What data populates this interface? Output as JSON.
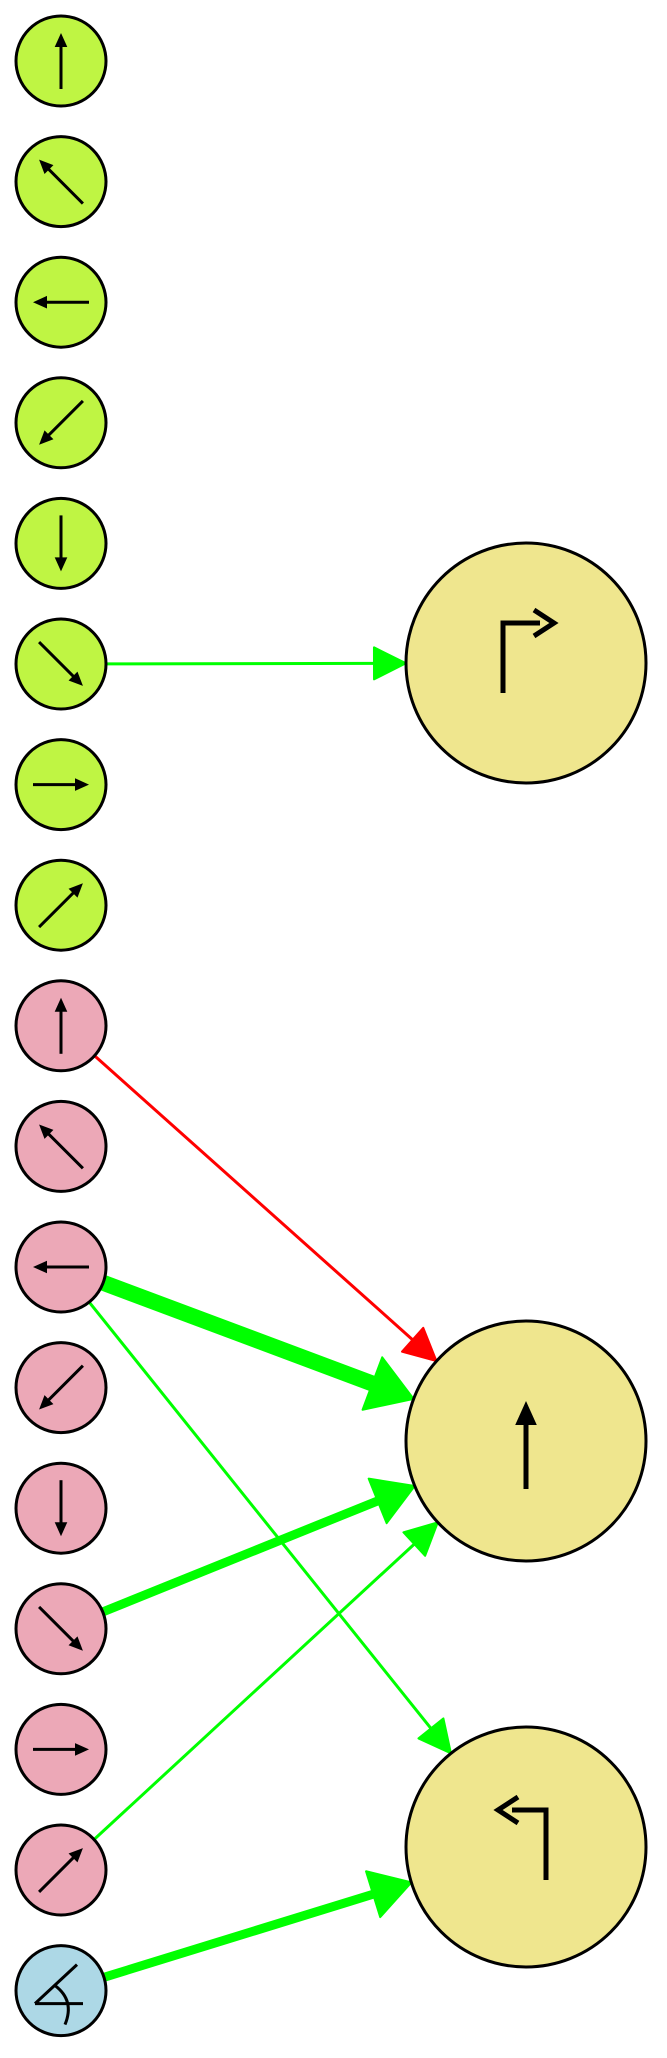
{
  "colors": {
    "background": "#ffffff",
    "stroke": "#000000",
    "green_group_fill": "#bff543",
    "pink_group_fill": "#eca8b7",
    "blue_node_fill": "#add8e6",
    "output_node_fill": "#efe68e",
    "excitatory_edge": "#00ff00",
    "inhibitory_edge": "#ff0000"
  },
  "input_nodes": [
    {
      "id": "g-up",
      "group": "green",
      "glyph": "arrow-up-icon"
    },
    {
      "id": "g-up-left",
      "group": "green",
      "glyph": "arrow-up-left-icon"
    },
    {
      "id": "g-left",
      "group": "green",
      "glyph": "arrow-left-icon"
    },
    {
      "id": "g-down-left",
      "group": "green",
      "glyph": "arrow-down-left-icon"
    },
    {
      "id": "g-down",
      "group": "green",
      "glyph": "arrow-down-icon"
    },
    {
      "id": "g-down-right",
      "group": "green",
      "glyph": "arrow-down-right-icon"
    },
    {
      "id": "g-right",
      "group": "green",
      "glyph": "arrow-right-icon"
    },
    {
      "id": "g-up-right",
      "group": "green",
      "glyph": "arrow-up-right-icon"
    },
    {
      "id": "p-up",
      "group": "pink",
      "glyph": "arrow-up-icon"
    },
    {
      "id": "p-up-left",
      "group": "pink",
      "glyph": "arrow-up-left-icon"
    },
    {
      "id": "p-left",
      "group": "pink",
      "glyph": "arrow-left-icon"
    },
    {
      "id": "p-down-left",
      "group": "pink",
      "glyph": "arrow-down-left-icon"
    },
    {
      "id": "p-down",
      "group": "pink",
      "glyph": "arrow-down-icon"
    },
    {
      "id": "p-down-right",
      "group": "pink",
      "glyph": "arrow-down-right-icon"
    },
    {
      "id": "p-right",
      "group": "pink",
      "glyph": "arrow-right-icon"
    },
    {
      "id": "p-up-right",
      "group": "pink",
      "glyph": "arrow-up-right-icon"
    },
    {
      "id": "b-angle",
      "group": "blue",
      "glyph": "angle-icon"
    }
  ],
  "output_nodes": [
    {
      "id": "o-turn-right",
      "glyph": "turn-right-icon"
    },
    {
      "id": "o-forward",
      "glyph": "forward-icon"
    },
    {
      "id": "o-turn-left",
      "glyph": "turn-left-icon"
    }
  ],
  "edges": [
    {
      "from": "g-down-right",
      "to": "o-turn-right",
      "sign": "excitatory",
      "weight": 1
    },
    {
      "from": "p-up",
      "to": "o-forward",
      "sign": "inhibitory",
      "weight": 1
    },
    {
      "from": "p-left",
      "to": "o-forward",
      "sign": "excitatory",
      "weight": 4
    },
    {
      "from": "p-left",
      "to": "o-turn-left",
      "sign": "excitatory",
      "weight": 1
    },
    {
      "from": "p-down-right",
      "to": "o-forward",
      "sign": "excitatory",
      "weight": 3
    },
    {
      "from": "p-up-right",
      "to": "o-forward",
      "sign": "excitatory",
      "weight": 1
    },
    {
      "from": "b-angle",
      "to": "o-turn-left",
      "sign": "excitatory",
      "weight": 3
    }
  ]
}
